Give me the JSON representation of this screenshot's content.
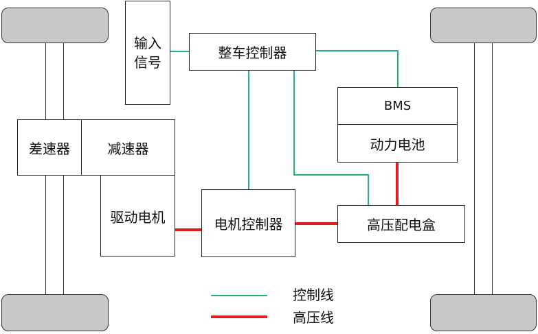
{
  "colors": {
    "control_line": "#22b573",
    "high_voltage_line": "#e31b23",
    "wheel": "#c8c8c8",
    "outline": "#222222"
  },
  "components": {
    "input_signal": "输入信号",
    "vehicle_controller": "整车控制器",
    "bms": "BMS",
    "battery": "动力电池",
    "differential": "差速器",
    "reducer": "减速器",
    "drive_motor": "驱动电机",
    "motor_controller": "电机控制器",
    "hv_box": "高压配电盒"
  },
  "legend": {
    "control_line": "控制线",
    "high_voltage_line": "高压线"
  }
}
